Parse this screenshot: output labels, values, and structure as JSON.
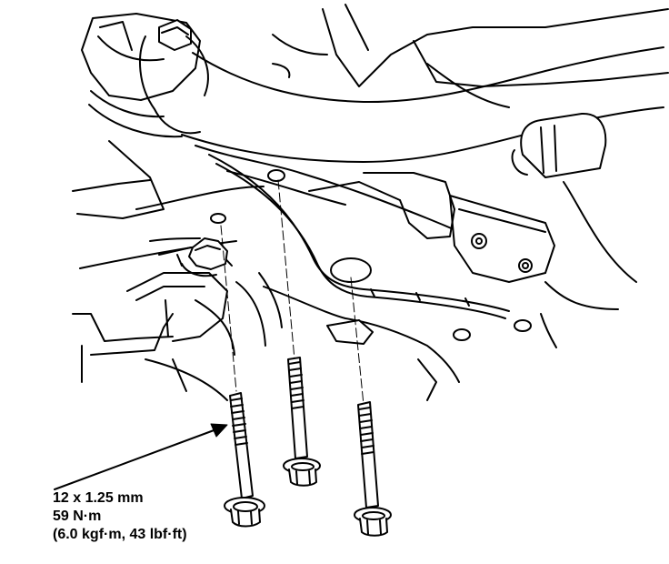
{
  "callout": {
    "size": "12 x 1.25 mm",
    "torque_nm": "59 N·m",
    "torque_alt": "(6.0 kgf·m, 43 lbf·ft)"
  },
  "colors": {
    "line": "#000000",
    "background": "#ffffff"
  },
  "parts": {
    "bolt_count": 3,
    "icons": [
      "stabilizer-bar-icon",
      "subframe-icon",
      "flange-bolt-icon",
      "torque-arrow-icon"
    ]
  }
}
